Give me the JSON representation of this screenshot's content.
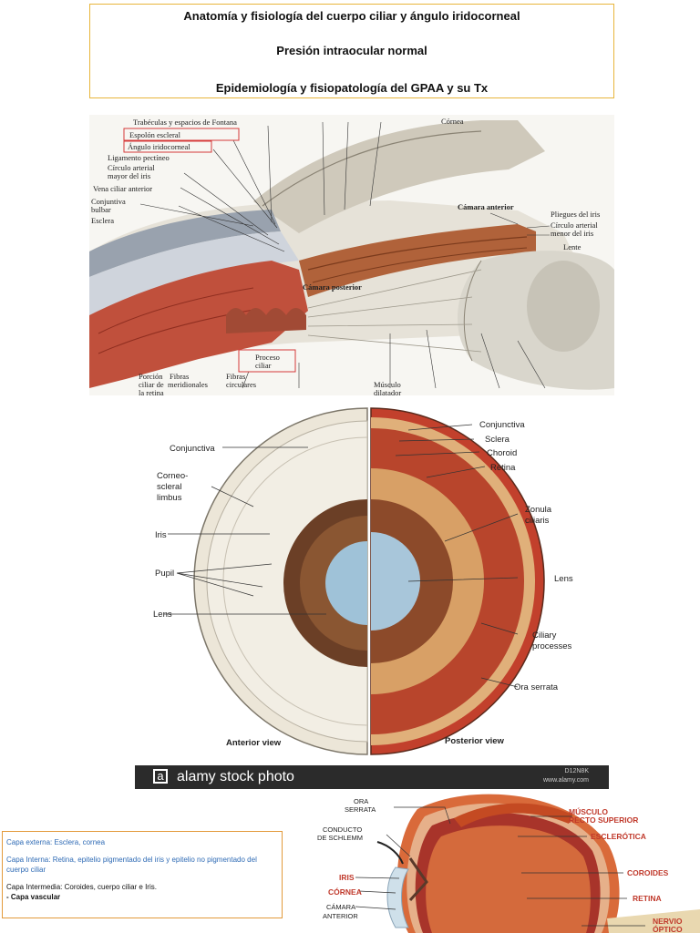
{
  "header": {
    "line1": "Anatomía y fisiología del cuerpo ciliar y ángulo iridocorneal",
    "line2": "Presión intraocular normal",
    "line3": "Epidemiología y fisiopatología del GPAA y su Tx"
  },
  "figure1": {
    "labels": {
      "trabeculas": "Trabéculas y espacios de Fontana",
      "espolon": "Espolón escleral",
      "angulo": "Ángulo iridocorneal",
      "ligamento": "Ligamento pectíneo",
      "circulo_mayor1": "Círculo arterial",
      "circulo_mayor2": "mayor del iris",
      "vena": "Vena ciliar anterior",
      "conjuntiva1": "Conjuntiva",
      "conjuntiva2": "bulbar",
      "esclera": "Esclera",
      "cornea": "Córnea",
      "camara_anterior": "Cámara anterior",
      "pliegues": "Pliegues del iris",
      "circulo_menor1": "Círculo arterial",
      "circulo_menor2": "menor del iris",
      "lente": "Lente",
      "camara_posterior": "Cámara posterior",
      "proceso1": "Proceso",
      "proceso2": "ciliar",
      "porcion1": "Porción",
      "porcion2": "ciliar de",
      "porcion3": "la retina",
      "fibras_mer1": "Fibras",
      "fibras_mer2": "meridionales",
      "fibras_cir1": "Fibras",
      "fibras_cir2": "circulares",
      "musculo1": "Músculo",
      "musculo2": "dilatador"
    }
  },
  "figure2": {
    "labels": {
      "conjunctiva_left": "Conjunctiva",
      "corneo1": "Corneo-",
      "corneo2": "scleral",
      "corneo3": "limbus",
      "iris": "Iris",
      "pupil": "Pupil",
      "lens_left": "Lens",
      "conjunctiva_right": "Conjunctiva",
      "sclera": "Sclera",
      "choroid": "Choroid",
      "retina": "Retina",
      "zonula1": "Zonula",
      "zonula2": "ciliaris",
      "lens_right": "Lens",
      "ciliary1": "Ciliary",
      "ciliary2": "processes",
      "ora": "Ora serrata",
      "anterior_view": "Anterior view",
      "posterior_view": "Posterior view"
    },
    "watermark": {
      "brand": "alamy stock photo",
      "code": "D12N8K",
      "url": "www.alamy.com"
    }
  },
  "layers_box": {
    "externa": "Capa externa: Esclera, cornea",
    "interna": "Capa Interna: Retina, epitelio pigmentado del iris y epitelio no pigmentado del cuerpo ciliar",
    "intermedia": "Capa Intermedia: Coroides, cuerpo ciliar e Iris.",
    "vascular": "- Capa vascular"
  },
  "figure3": {
    "labels": {
      "ora1": "ORA",
      "ora2": "SERRATA",
      "conducto1": "CONDUCTO",
      "conducto2": "DE SCHLEMM",
      "iris": "IRIS",
      "cornea": "CÓRNEA",
      "camara1": "CÁMARA",
      "camara2": "ANTERIOR",
      "musculo1": "MÚSCULO",
      "musculo2": "RECTO SUPERIOR",
      "esclerotica": "ESCLERÓTICA",
      "coroides": "COROIDES",
      "retina": "RETINA",
      "nervio1": "NERVIO",
      "nervio2": "ÓPTICO"
    }
  }
}
